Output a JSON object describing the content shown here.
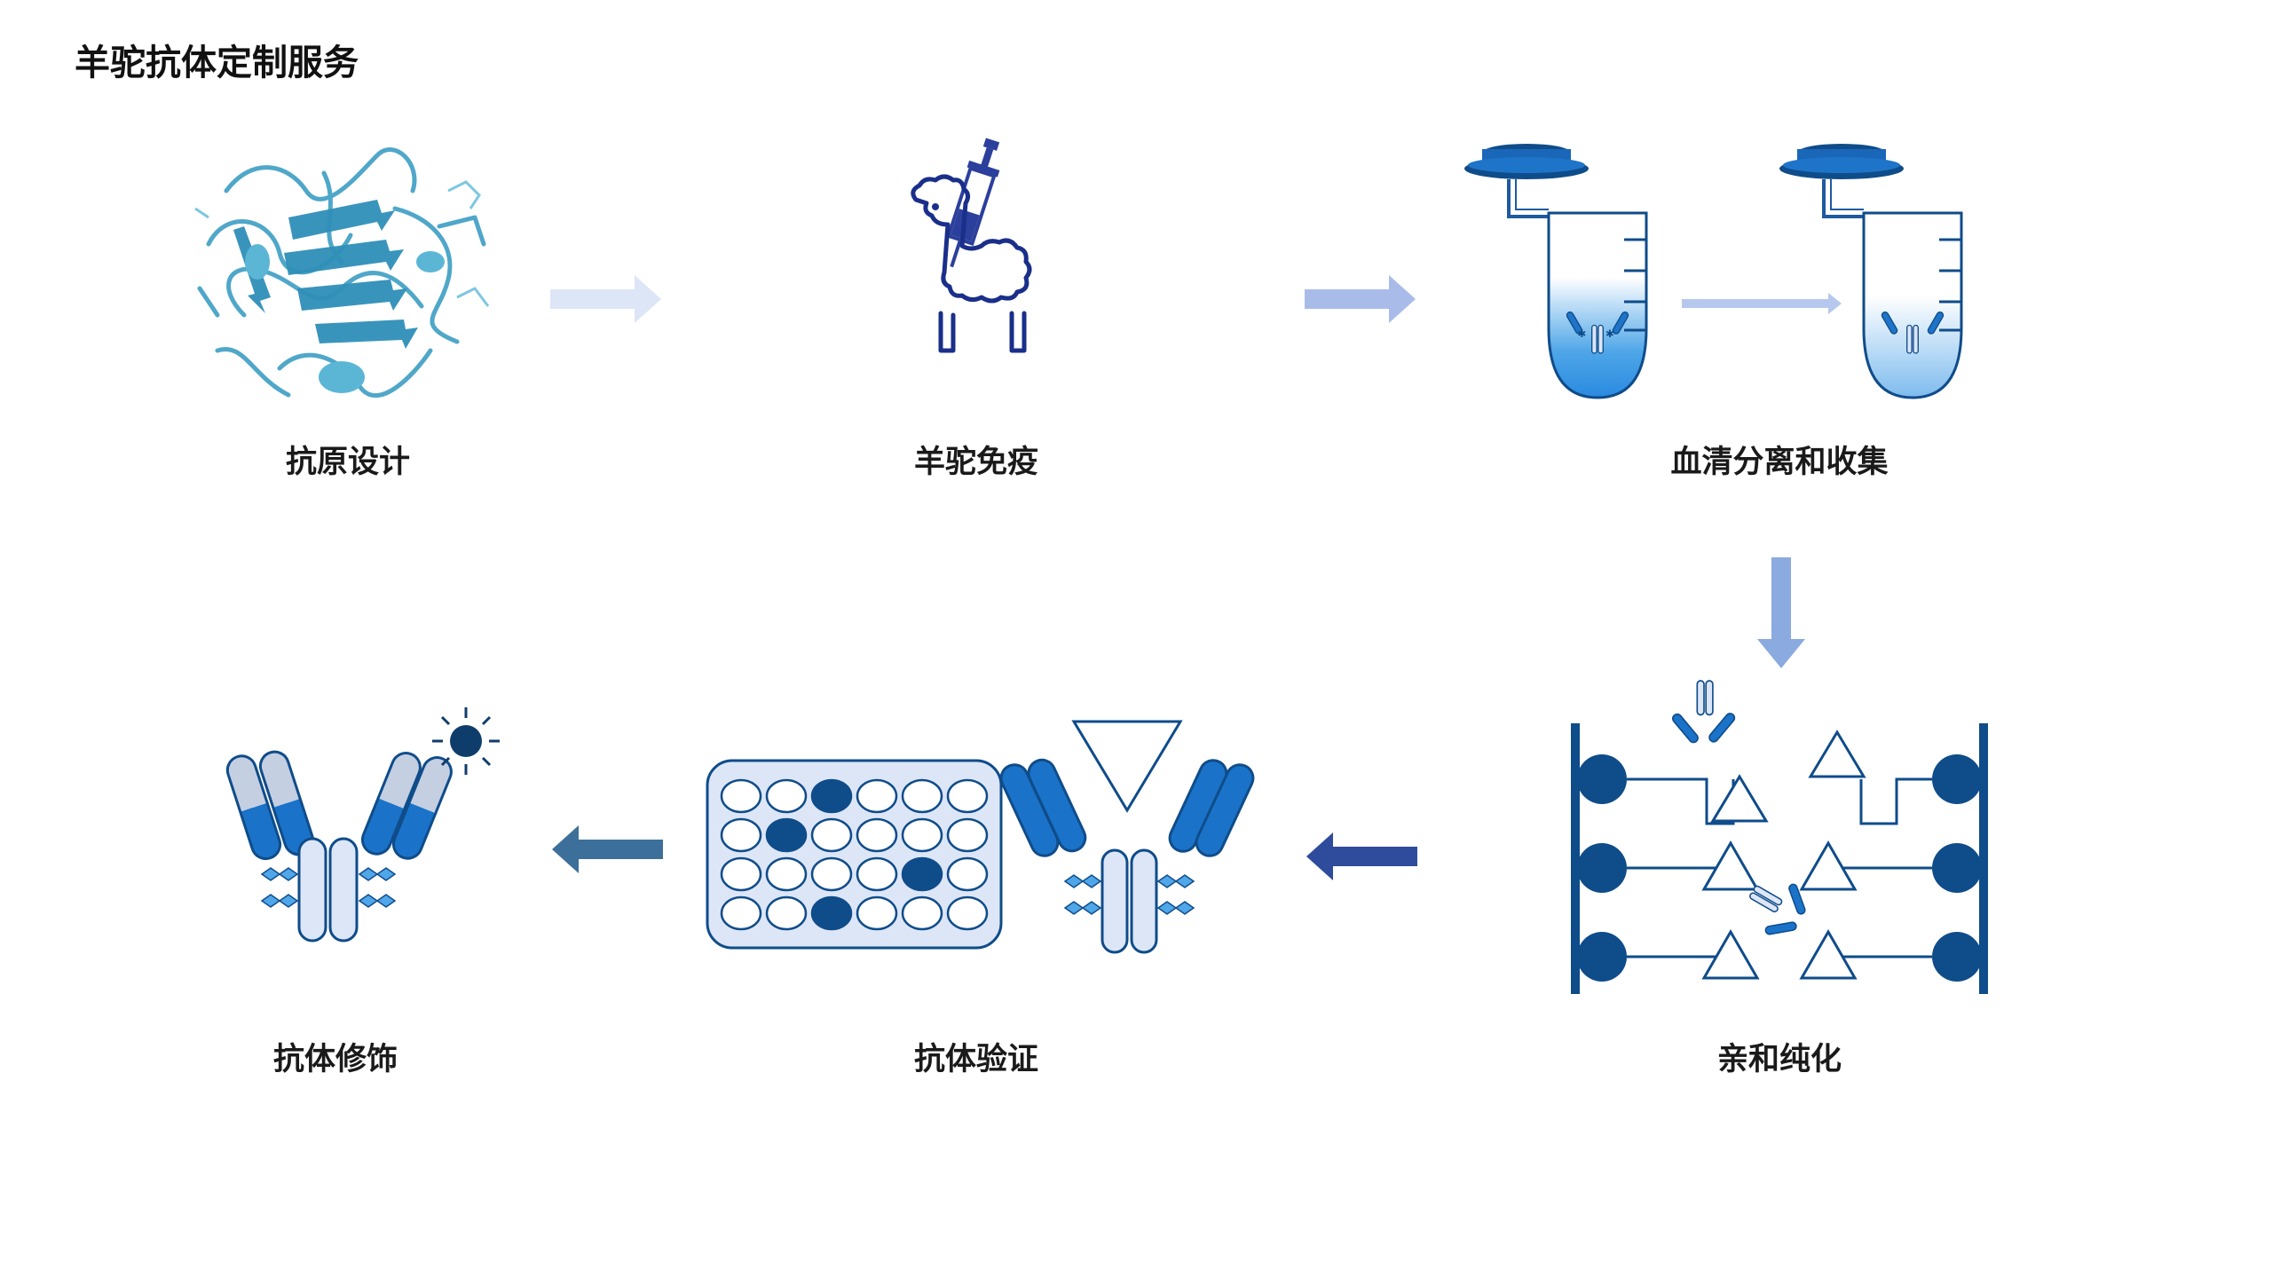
{
  "title": "羊驼抗体定制服务",
  "steps": [
    {
      "label": "抗原设计"
    },
    {
      "label": "羊驼免疫"
    },
    {
      "label": "血清分离和收集"
    },
    {
      "label": "亲和纯化"
    },
    {
      "label": "抗体验证"
    },
    {
      "label": "抗体修饰"
    }
  ],
  "colors": {
    "navy": "#0f4c8a",
    "blue": "#1a73c8",
    "light_blue": "#7fa6dd",
    "pale_blue": "#dde6f7",
    "steel_blue": "#3d6f9b",
    "cyan": "#3c9ec4"
  }
}
